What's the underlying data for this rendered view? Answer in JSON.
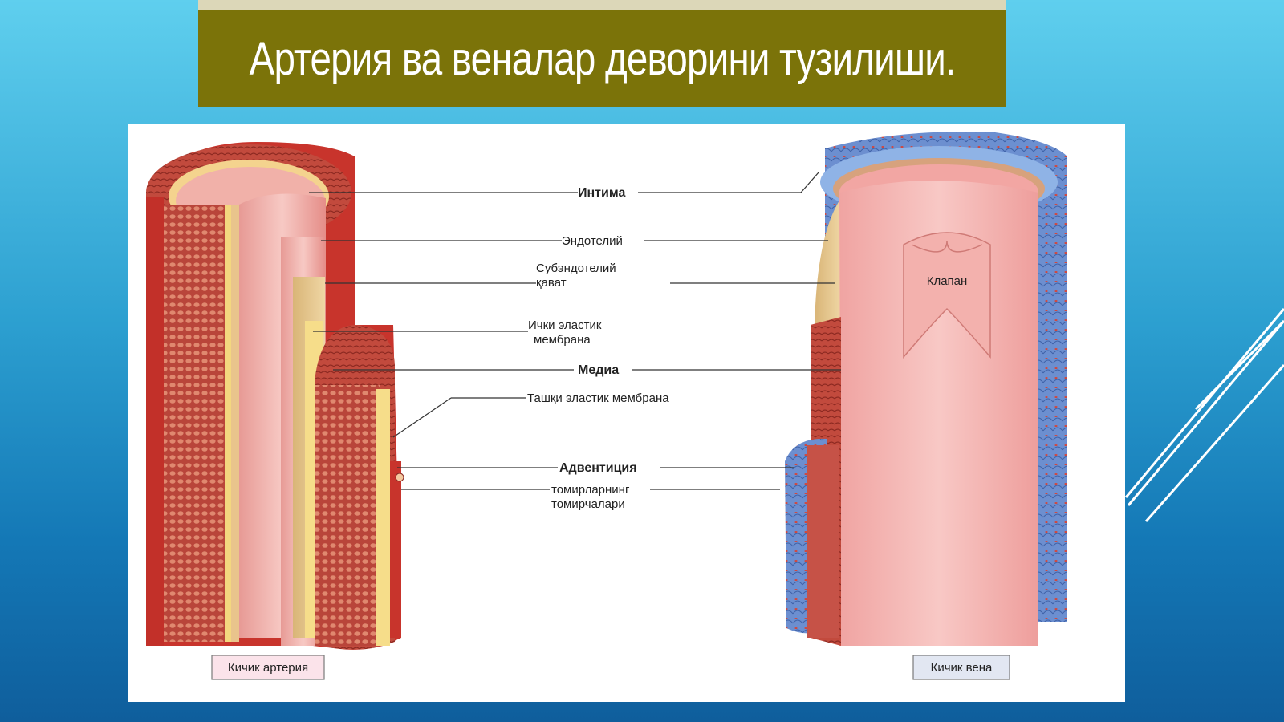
{
  "slide": {
    "title": "Артерия ва веналар деворини тузилиши."
  },
  "diagram": {
    "labels": {
      "intima": "Интима",
      "endothelium": "Эндотелий",
      "subendothelial_line1": "Субэндотелий",
      "subendothelial_line2": "қават",
      "inner_elastic_line1": "Ички эластик",
      "inner_elastic_line2": "мембрана",
      "media": "Медиа",
      "outer_elastic": "Ташқи эластик мембрана",
      "adventitia": "Адвентиция",
      "vasa_line1": "томирларнинг",
      "vasa_line2": "томирчалари",
      "valve": "Клапан"
    },
    "captions": {
      "artery": "Кичик артерия",
      "vein": "Кичик вена"
    }
  },
  "colors": {
    "title_bar": "#7b7309",
    "panel": "#ffffff",
    "artery_outer": "#c8342c",
    "artery_muscle": "#c65a45",
    "intima_pink": "#f2b3ad",
    "subendothelial": "#e5c896",
    "elastic": "#f6dd8a",
    "vein_adventitia": "#5b82c8"
  }
}
